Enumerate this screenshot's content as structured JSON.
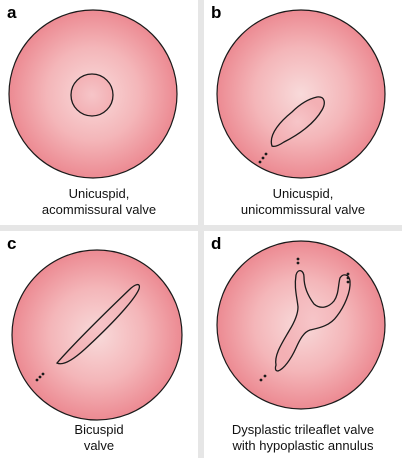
{
  "panels": [
    {
      "letter": "a",
      "caption_line1": "Unicuspid,",
      "caption_line2": "acommissural valve"
    },
    {
      "letter": "b",
      "caption_line1": "Unicuspid,",
      "caption_line2": "unicommissural valve"
    },
    {
      "letter": "c",
      "caption_line1": "Bicuspid",
      "caption_line2": "valve"
    },
    {
      "letter": "d",
      "caption_line1": "Dysplastic trileaflet valve",
      "caption_line2": "with hypoplastic annulus"
    }
  ],
  "colors": {
    "valve_center": "#f9dede",
    "valve_edge": "#ee8e95",
    "outline": "#1a1a1a"
  }
}
